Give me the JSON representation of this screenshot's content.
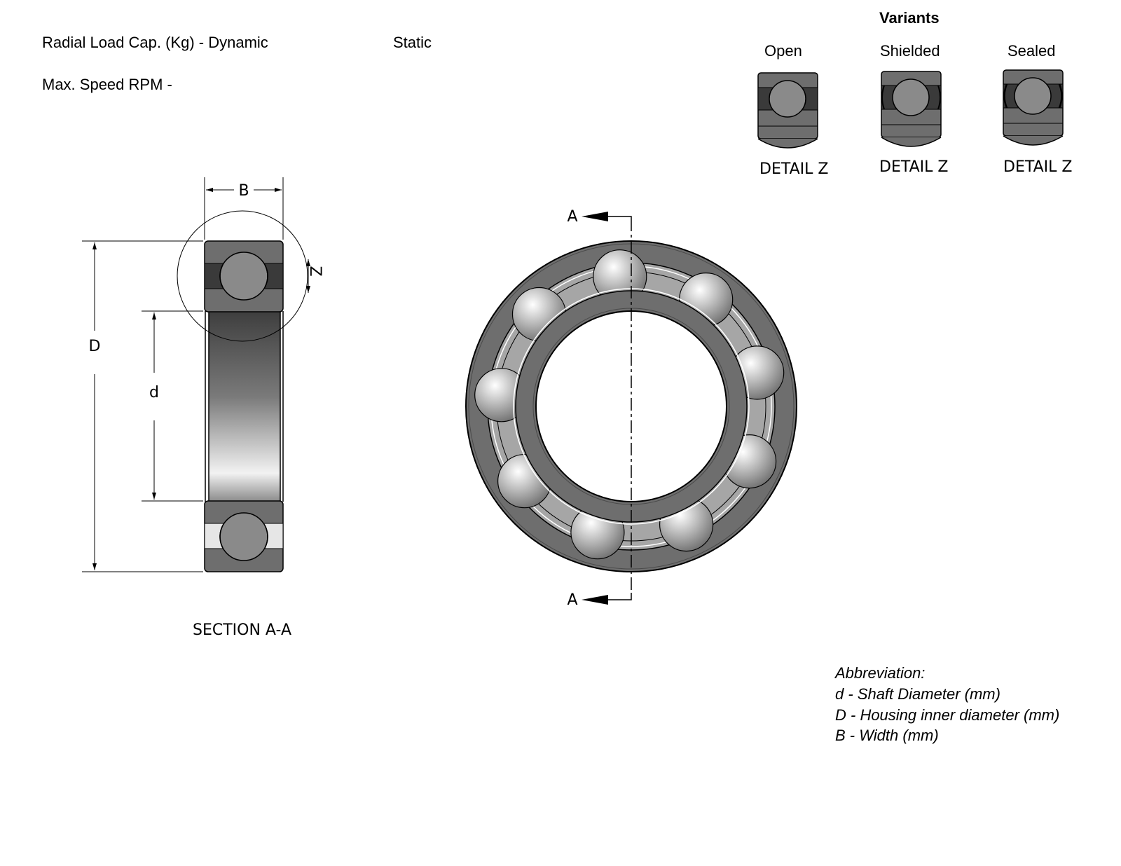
{
  "header": {
    "load_capacity_label": "Radial Load Cap. (Kg) - Dynamic",
    "static_label": "Static",
    "max_speed_label": "Max. Speed RPM -"
  },
  "variants": {
    "title": "Variants",
    "items": [
      {
        "name": "Open",
        "caption": "DETAIL Z"
      },
      {
        "name": "Shielded",
        "caption": "DETAIL Z"
      },
      {
        "name": "Sealed",
        "caption": "DETAIL Z"
      }
    ]
  },
  "section_view": {
    "caption": "SECTION A-A",
    "dim_B": "B",
    "dim_D": "D",
    "dim_d": "d",
    "detail_label": "Z"
  },
  "front_view": {
    "section_marker_top": "A",
    "section_marker_bottom": "A",
    "ball_count": 9
  },
  "abbreviation": {
    "title": "Abbreviation:",
    "lines": [
      "d  - Shaft Diameter (mm)",
      "D - Housing inner diameter (mm)",
      "B - Width (mm)"
    ]
  },
  "colors": {
    "ring": "#6e6e6e",
    "ball": "#8a8a8a",
    "cage": "#a6a6a6",
    "dark": "#3a3a3a"
  }
}
